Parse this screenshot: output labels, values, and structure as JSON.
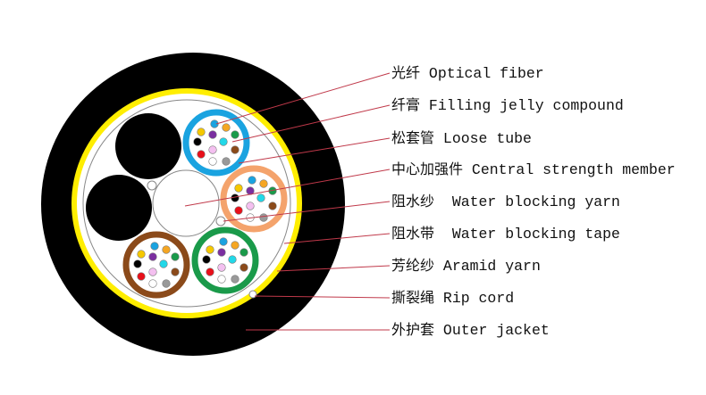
{
  "colors": {
    "jacket": "#000000",
    "tape": "#ffee00",
    "leader": "#c0394a",
    "tubes": [
      "#1aa3e0",
      "#f4a36c",
      "#1a9a4a",
      "#8b4a1a"
    ],
    "fibers": [
      "#1aa3e0",
      "#f5c800",
      "#7b2fa0",
      "#f5a623",
      "#1a9a4a",
      "#000000",
      "#22d8e8",
      "#e8101a",
      "#f4c0f0",
      "#8b4a1a",
      "#ffffff",
      "#999999"
    ]
  },
  "labels": [
    {
      "zh": "光纤",
      "en": "Optical fiber"
    },
    {
      "zh": "纤膏",
      "en": "Filling jelly compound"
    },
    {
      "zh": "松套管",
      "en": "Loose tube"
    },
    {
      "zh": "中心加强件",
      "en": "Central strength member"
    },
    {
      "zh": "阻水纱",
      "en": " Water blocking yarn"
    },
    {
      "zh": "阻水带",
      "en": " Water blocking tape"
    },
    {
      "zh": "芳纶纱",
      "en": "Aramid yarn"
    },
    {
      "zh": "撕裂绳",
      "en": "Rip cord"
    },
    {
      "zh": "外护套",
      "en": "Outer jacket"
    }
  ]
}
